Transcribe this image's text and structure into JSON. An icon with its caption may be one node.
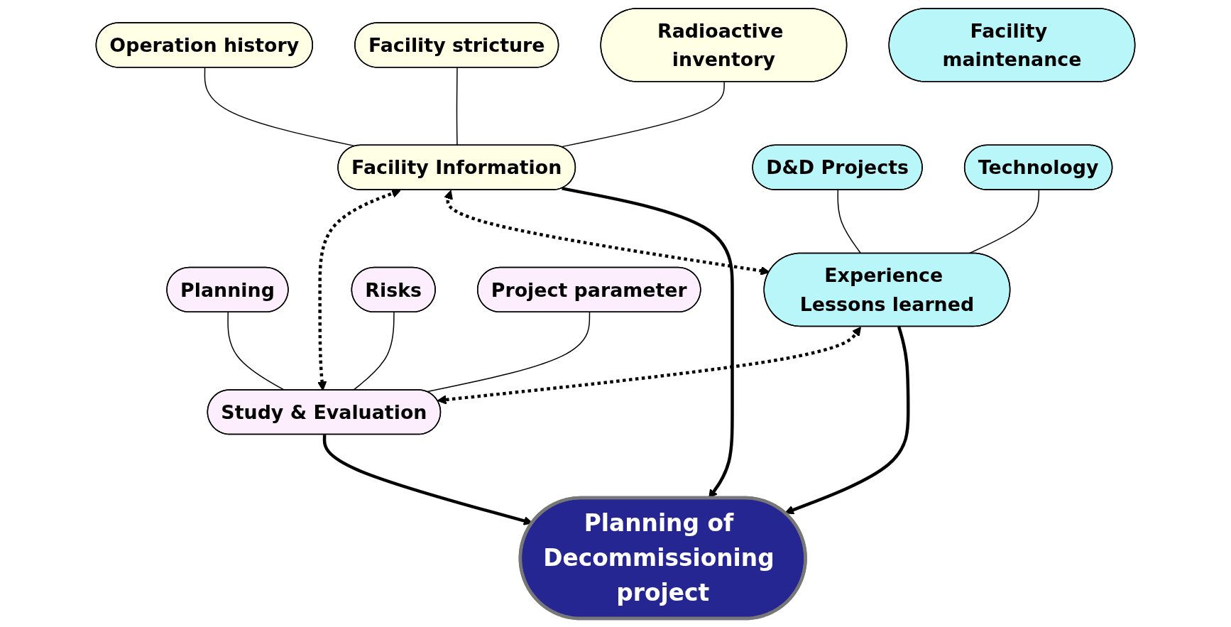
{
  "diagram": {
    "nodes": [
      {
        "text": [
          "Radioactive inventory"
        ]
      },
      {
        "text": [
          "Facility stricture"
        ]
      },
      {
        "text": [
          "Operation history"
        ]
      },
      {
        "text": [
          "Facility Information"
        ]
      },
      {
        "text": [
          "Planning of Decommissioning project"
        ]
      },
      {
        "text": [
          "D&D Projects"
        ]
      },
      {
        "text": [
          "Planning"
        ]
      },
      {
        "text": [
          "Experience Lessons learned"
        ]
      },
      {
        "text": [
          "Study & Evaluation"
        ]
      },
      {
        "text": [
          "Risks"
        ]
      },
      {
        "text": [
          "Facility maintenance"
        ]
      },
      {
        "text": [
          "Project parameter"
        ]
      },
      {
        "text": [
          "Technology"
        ]
      }
    ],
    "edges": [
      {
        "from": 0,
        "to": 3,
        "arrow": "none"
      },
      {
        "from": 1,
        "to": 3,
        "arrow": "none"
      },
      {
        "from": 2,
        "to": 3,
        "arrow": "none"
      },
      {
        "from": 3,
        "to": 4,
        "arrow": "to",
        "style": "thick"
      },
      {
        "from": 3,
        "to": 7,
        "arrow": "both",
        "style": "dashed"
      },
      {
        "from": 3,
        "to": 8,
        "arrow": "both",
        "style": "dashed"
      },
      {
        "from": 7,
        "to": 4,
        "arrow": "to",
        "style": "thick"
      },
      {
        "from": 8,
        "to": 4,
        "arrow": "to",
        "style": "thick"
      },
      {
        "from": 7,
        "to": 8,
        "arrow": "both",
        "style": "dashed"
      },
      {
        "from": 5,
        "to": 7,
        "arrow": "none"
      },
      {
        "from": 12,
        "to": 7,
        "arrow": "none"
      },
      {
        "from": 6,
        "to": 8,
        "arrow": "none"
      },
      {
        "from": 9,
        "to": 8,
        "arrow": "none"
      },
      {
        "from": 11,
        "to": 8,
        "arrow": "none"
      }
    ]
  }
}
